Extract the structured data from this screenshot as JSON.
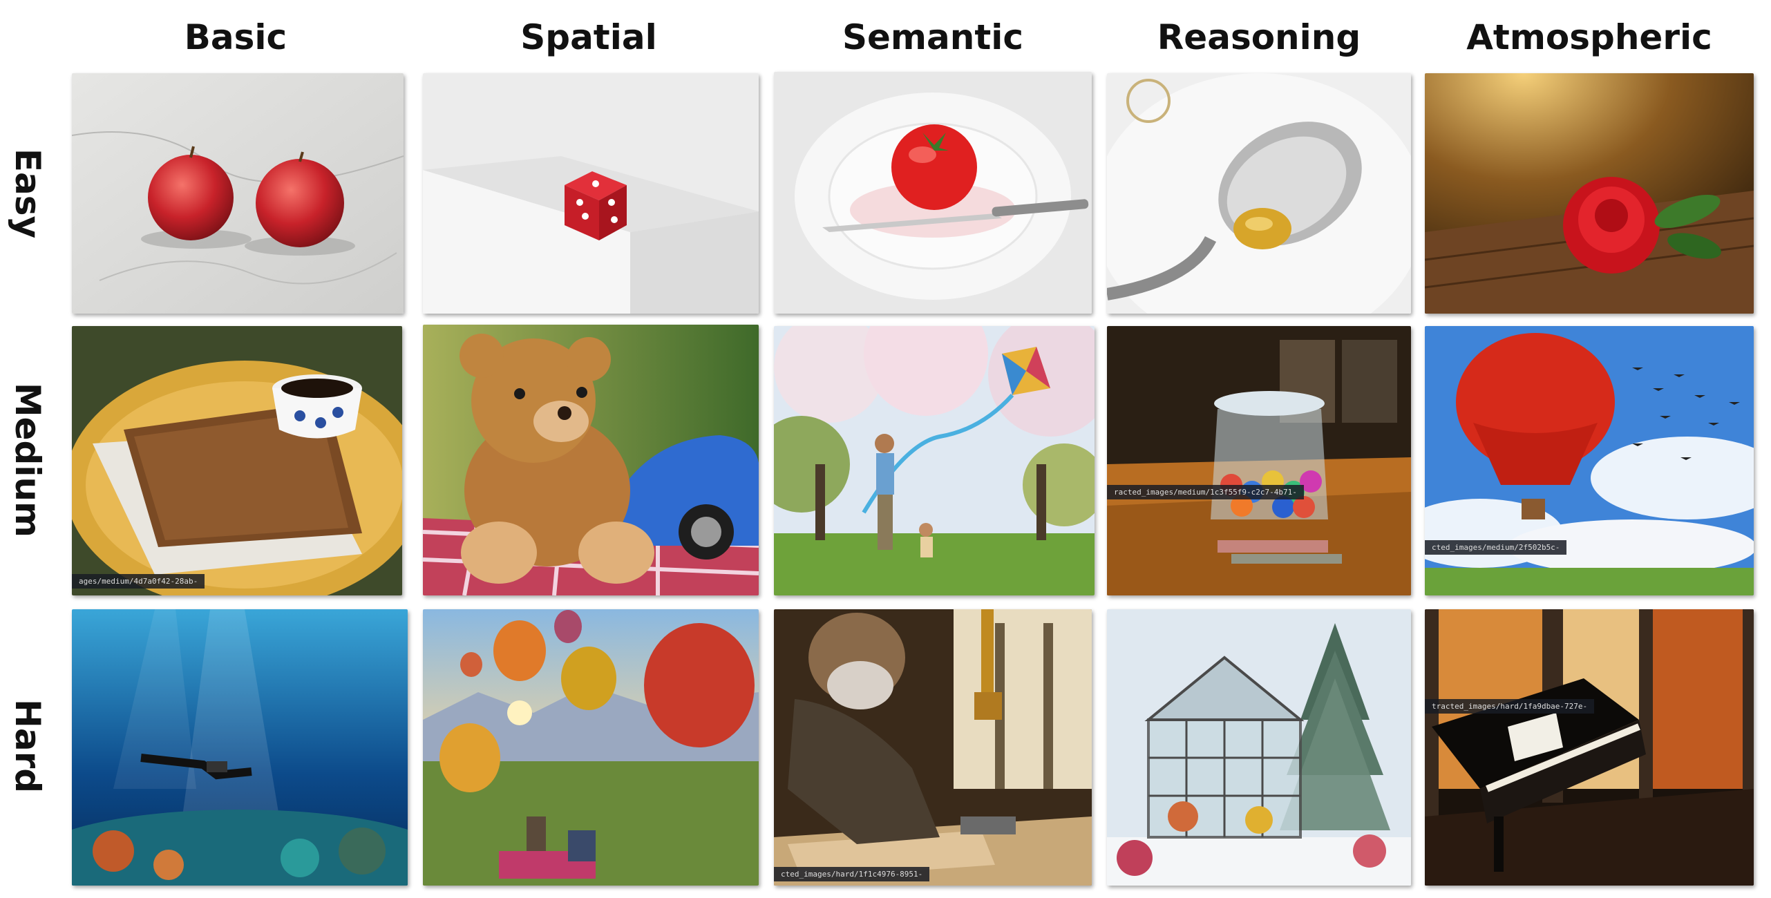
{
  "columns": [
    "Basic",
    "Spatial",
    "Semantic",
    "Reasoning",
    "Atmospheric"
  ],
  "rows": [
    "Easy",
    "Medium",
    "Hard"
  ],
  "overlay_tags": {
    "medium_basic": "ages/medium/4d7a0f42-28ab-",
    "medium_reasoning": "racted_images/medium/1c3f55f9-c2c7-4b71-",
    "medium_atmospheric": "cted_images/medium/2f502b5c-",
    "hard_semantic": "cted_images/hard/1f1c4976-8951-",
    "hard_atmospheric": "tracted_images/hard/1fa9dbae-727e-"
  }
}
